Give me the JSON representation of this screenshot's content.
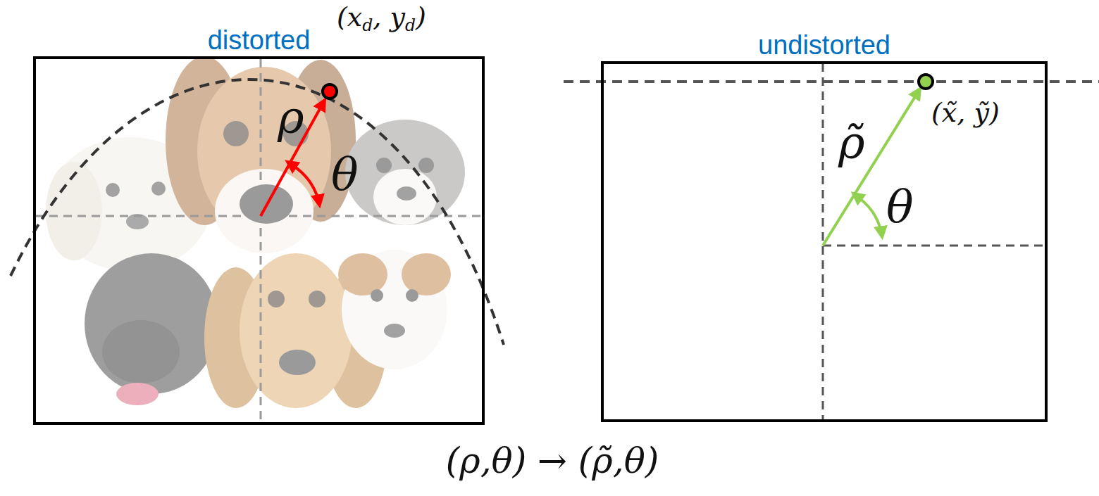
{
  "diagram": {
    "nodes": [
      {
        "text": [
          "distorted"
        ]
      },
      {
        "text": [
          "undistorted"
        ]
      }
    ],
    "labels": [
      "(x",
      "d",
      ", y",
      "d",
      ")",
      "ρ",
      "θ",
      "(x̃, ỹ)",
      "ρ̃",
      "θ",
      "(ρ,θ) → (ρ̃,θ)"
    ]
  }
}
